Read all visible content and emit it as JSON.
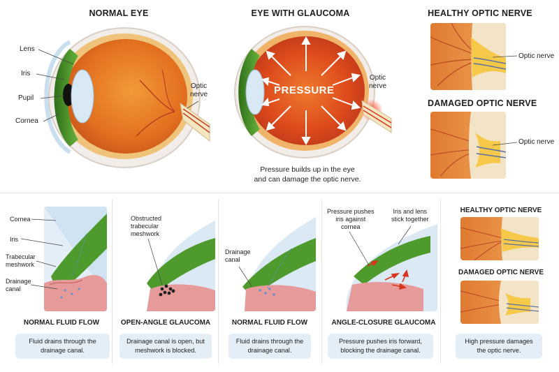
{
  "top": {
    "normal_eye": {
      "title": "NORMAL EYE",
      "labels": {
        "lens": "Lens",
        "iris": "Iris",
        "pupil": "Pupil",
        "cornea": "Cornea",
        "optic_nerve": "Optic\nnerve"
      }
    },
    "glaucoma_eye": {
      "title": "EYE WITH GLAUCOMA",
      "pressure_label": "PRESSURE",
      "optic_nerve_label": "Optic\nnerve",
      "caption": "Pressure builds up in the eye\nand can damage the optic nerve."
    },
    "nerves": {
      "healthy_title": "HEALTHY OPTIC NERVE",
      "damaged_title": "DAMAGED OPTIC NERVE",
      "optic_nerve_label": "Optic nerve"
    }
  },
  "bottom": {
    "panel1": {
      "labels": {
        "cornea": "Cornea",
        "iris": "Iris",
        "trabecular": "Trabecular\nmeshwork",
        "drainage": "Drainage\ncanal"
      },
      "title": "NORMAL FLUID FLOW",
      "description": "Fluid drains through the\ndrainage canal."
    },
    "panel2": {
      "label": "Obstructed\ntrabecular\nmeshwork",
      "title": "OPEN-ANGLE GLAUCOMA",
      "description": "Drainage canal is open, but\nmeshwork is blocked."
    },
    "panel3": {
      "label": "Drainage\ncanal",
      "title": "NORMAL FLUID FLOW",
      "description": "Fluid drains through the\ndrainage canal."
    },
    "panel4": {
      "label_left": "Pressure pushes\niris against\ncornea",
      "label_right": "Iris and lens\nstick together",
      "title": "ANGLE-CLOSURE GLAUCOMA",
      "description": "Pressure pushes iris forward,\nblocking the drainage canal."
    },
    "panel5": {
      "healthy_title": "HEALTHY OPTIC NERVE",
      "damaged_title": "DAMAGED OPTIC NERVE",
      "description": "High pressure damages\nthe optic nerve."
    }
  },
  "colors": {
    "retina": "#e8792a",
    "sclera": "#f4f1ee",
    "iris_green": "#4f9a2c",
    "cornea_blue": "#cfe3f2",
    "tissue_pink": "#e69a9a",
    "caption_box": "#e3eef6",
    "pressure_red": "#e03a1f"
  }
}
